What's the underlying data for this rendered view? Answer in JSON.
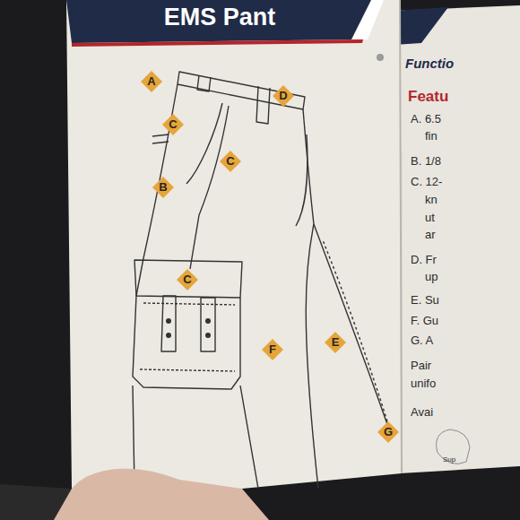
{
  "diagram": {
    "title": "EMS Pant",
    "nodes": [
      {
        "text": [
          "A"
        ]
      },
      {
        "text": [
          "D"
        ]
      },
      {
        "text": [
          "C"
        ]
      },
      {
        "text": [
          "C"
        ]
      },
      {
        "text": [
          "B"
        ]
      },
      {
        "text": [
          "C"
        ]
      },
      {
        "text": [
          "E"
        ]
      },
      {
        "text": [
          "F"
        ]
      },
      {
        "text": [
          "G"
        ]
      }
    ],
    "labels": [
      "Functio",
      "Featu",
      "A. 6.5",
      "fin",
      "B. 1/8",
      "C. 12-",
      "kn",
      "ut",
      "ar",
      "D. Fr",
      "up",
      "E. Su",
      "F. Gu",
      "G. A",
      "Pair",
      "unifo",
      "Avai",
      "Sup"
    ]
  }
}
